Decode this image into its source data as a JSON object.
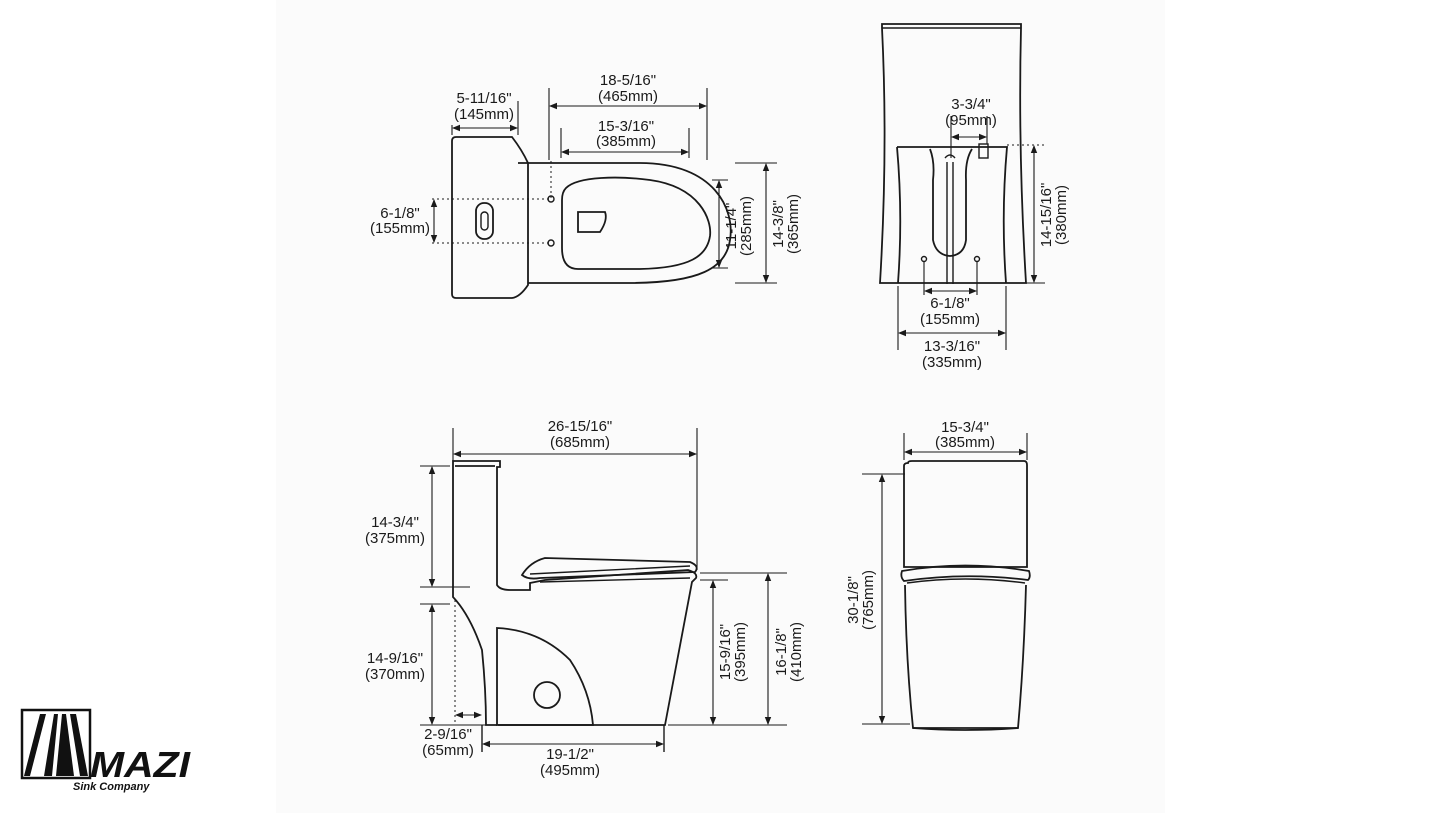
{
  "colors": {
    "line": "#1a1a1a",
    "paper": "#fbfbfb",
    "background": "#ffffff"
  },
  "brand": {
    "name": "MAZI",
    "tagline": "Sink Company"
  },
  "top_view": {
    "tank_depth": {
      "in": "5-11/16\"",
      "mm": "(145mm)"
    },
    "outlet_span": {
      "in": "6-1/8\"",
      "mm": "(155mm)"
    },
    "bowl_length": {
      "in": "18-5/16\"",
      "mm": "(465mm)"
    },
    "seat_length": {
      "in": "15-3/16\"",
      "mm": "(385mm)"
    },
    "seat_width": {
      "in": "11-1/4\"",
      "mm": "(285mm)"
    },
    "overall_width": {
      "in": "14-3/8\"",
      "mm": "(365mm)"
    }
  },
  "rear_view": {
    "supply_offset": {
      "in": "3-3/4\"",
      "mm": "(95mm)"
    },
    "height": {
      "in": "14-15/16\"",
      "mm": "(380mm)"
    },
    "bolt_span": {
      "in": "6-1/8\"",
      "mm": "(155mm)"
    },
    "base_width": {
      "in": "13-3/16\"",
      "mm": "(335mm)"
    }
  },
  "side_view": {
    "overall_length": {
      "in": "26-15/16\"",
      "mm": "(685mm)"
    },
    "tank_height": {
      "in": "14-3/4\"",
      "mm": "(375mm)"
    },
    "lower_height": {
      "in": "14-9/16\"",
      "mm": "(370mm)"
    },
    "rough_in": {
      "in": "2-9/16\"",
      "mm": "(65mm)"
    },
    "base_length": {
      "in": "19-1/2\"",
      "mm": "(495mm)"
    },
    "rim_height": {
      "in": "15-9/16\"",
      "mm": "(395mm)"
    },
    "seat_height": {
      "in": "16-1/8\"",
      "mm": "(410mm)"
    }
  },
  "front_view": {
    "width": {
      "in": "15-3/4\"",
      "mm": "(385mm)"
    },
    "overall_height": {
      "in": "30-1/8\"",
      "mm": "(765mm)"
    }
  }
}
